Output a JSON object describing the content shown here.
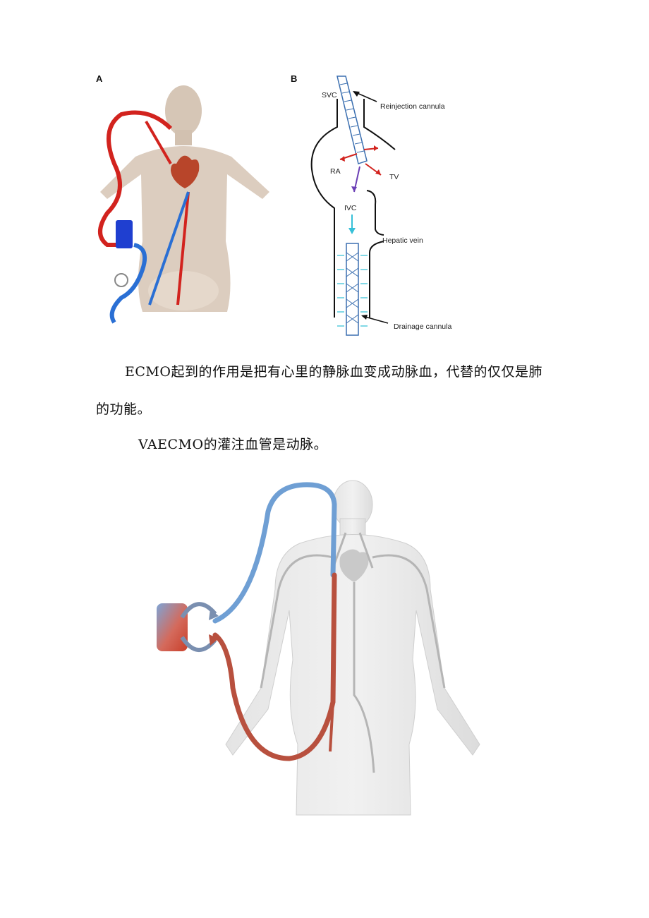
{
  "figure1": {
    "panel_a": "A",
    "panel_b": "B",
    "labels": {
      "svc": "SVC",
      "reinjection": "Reinjection cannula",
      "ra": "RA",
      "tv": "TV",
      "ivc": "IVC",
      "hepatic": "Hepatic vein",
      "drainage": "Drainage cannula"
    }
  },
  "text": {
    "para1_line1": "ECMO起到的作用是把有心里的静脉血变成动脉血，代替的仅仅是肺",
    "para1_line2": "的功能。",
    "para2": "VAECMO的灌注血管是动脉。"
  },
  "colors": {
    "arterial": "#d2231e",
    "venous": "#2a6fd4",
    "cannula": "#3b6fb0",
    "skin": "#d9cbbd"
  }
}
